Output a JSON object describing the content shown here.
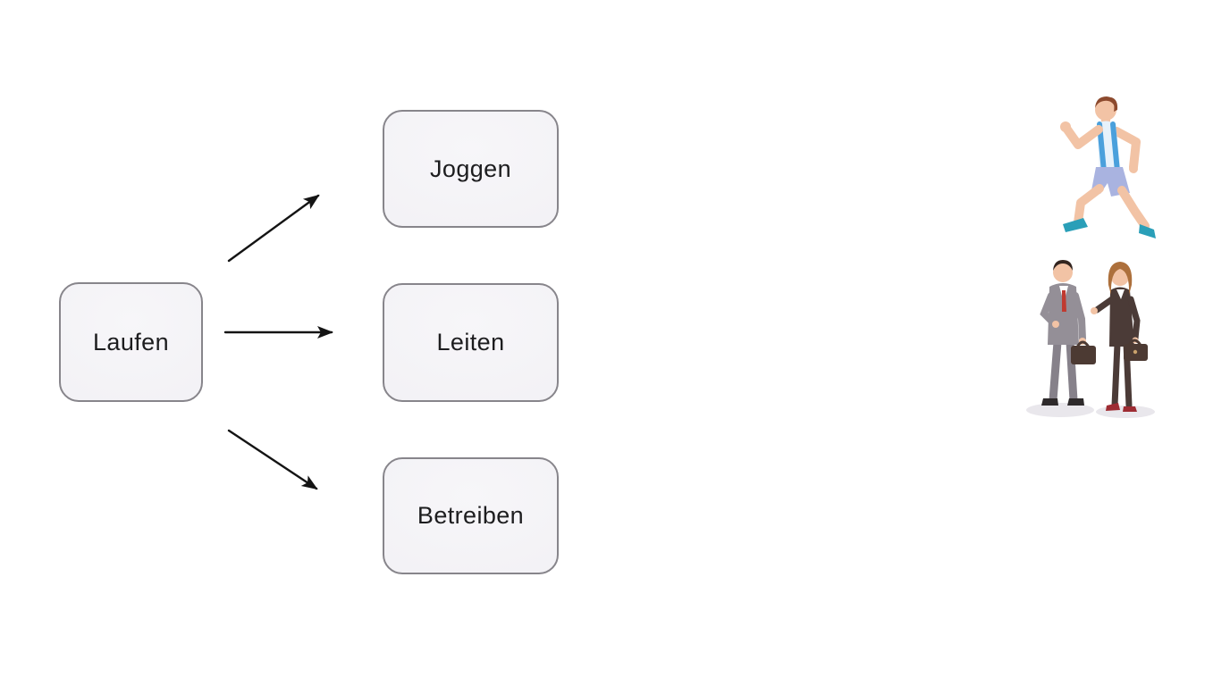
{
  "page": {
    "background": "#ffffff"
  },
  "theme": {
    "page_bg": "#ffffff",
    "box_fill": "#f0eff3",
    "box_fill_light": "#f7f6f9",
    "box_border": "#87858b",
    "box_text": "#1d1d1f",
    "arrow_color": "#141414",
    "skin": "#f2c3a5",
    "runner_hair": "#8d4a2e",
    "runner_shirt_blue": "#4aa0dc",
    "runner_shirt_light": "#e7f2fb",
    "runner_shorts": "#a9b3e0",
    "runner_shoes": "#2a9fb8",
    "man_suit": "#948f97",
    "man_trousers": "#86818a",
    "man_hair": "#33251f",
    "tie_red": "#c03a30",
    "woman_suit": "#4b3b37",
    "woman_hair": "#ad703c",
    "woman_shoes": "#9e2c33",
    "case_brown": "#4c3a33",
    "black_shoe": "#2e2a2b",
    "ground_shadow": "#e9e7ec",
    "clasp_gold": "#c9a16b"
  },
  "diagram": {
    "source_node": {
      "label": "Laufen"
    },
    "target_nodes": [
      {
        "label": "Joggen"
      },
      {
        "label": "Leiten"
      },
      {
        "label": "Betreiben"
      }
    ],
    "connections": [
      {
        "from": "Laufen",
        "to": "Joggen"
      },
      {
        "from": "Laufen",
        "to": "Leiten"
      },
      {
        "from": "Laufen",
        "to": "Betreiben"
      }
    ]
  },
  "illustrations": [
    {
      "name": "runner-illustration"
    },
    {
      "name": "business-handshake-illustration"
    }
  ]
}
